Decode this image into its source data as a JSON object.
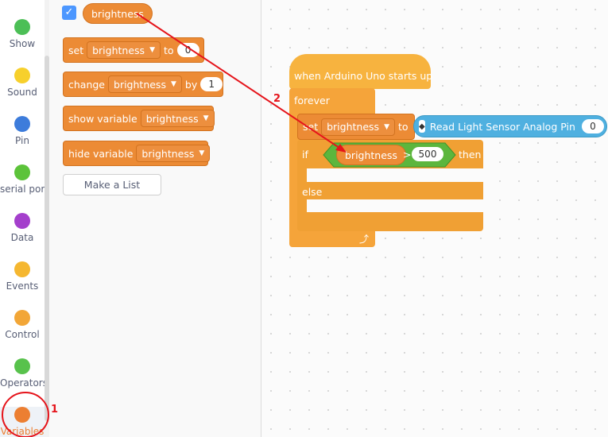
{
  "sidebar": {
    "categories": [
      {
        "label": "Show",
        "color": "#4cbf56"
      },
      {
        "label": "Sound",
        "color": "#f7d02c"
      },
      {
        "label": "Pin",
        "color": "#3d7cdb"
      },
      {
        "label": "serial port",
        "color": "#5cc33a"
      },
      {
        "label": "Data",
        "color": "#a43fcc"
      },
      {
        "label": "Events",
        "color": "#f5b730"
      },
      {
        "label": "Control",
        "color": "#f2a637"
      },
      {
        "label": "Operators",
        "color": "#58c24c"
      },
      {
        "label": "Variables",
        "color": "#ec7f32"
      }
    ]
  },
  "palette": {
    "variable_reporter": "brightness",
    "set_block": {
      "label": "set",
      "variable": "brightness",
      "to": "to",
      "value": "0"
    },
    "change_block": {
      "label": "change",
      "variable": "brightness",
      "by": "by",
      "value": "1"
    },
    "show_block": {
      "label": "show variable",
      "variable": "brightness"
    },
    "hide_block": {
      "label": "hide variable",
      "variable": "brightness"
    },
    "make_list": "Make a List"
  },
  "workspace": {
    "hat": "when Arduino Uno starts up",
    "forever": "forever",
    "set_label": "set",
    "set_variable": "brightness",
    "set_to": "to",
    "sensor_label": "Read Light Sensor Analog Pin",
    "sensor_pin": "0",
    "if_label": "if",
    "cond_variable": "brightness",
    "cond_operator": ">",
    "cond_value": "500",
    "then_label": "then",
    "else_label": "else"
  },
  "annotations": {
    "circle_label": "1",
    "arrow_label": "2",
    "color": "#e5141b"
  },
  "colors": {
    "variables": "#ec8b35",
    "control": "#f5a43a",
    "sensor": "#4fb0e0",
    "operator": "#5cb63d"
  }
}
